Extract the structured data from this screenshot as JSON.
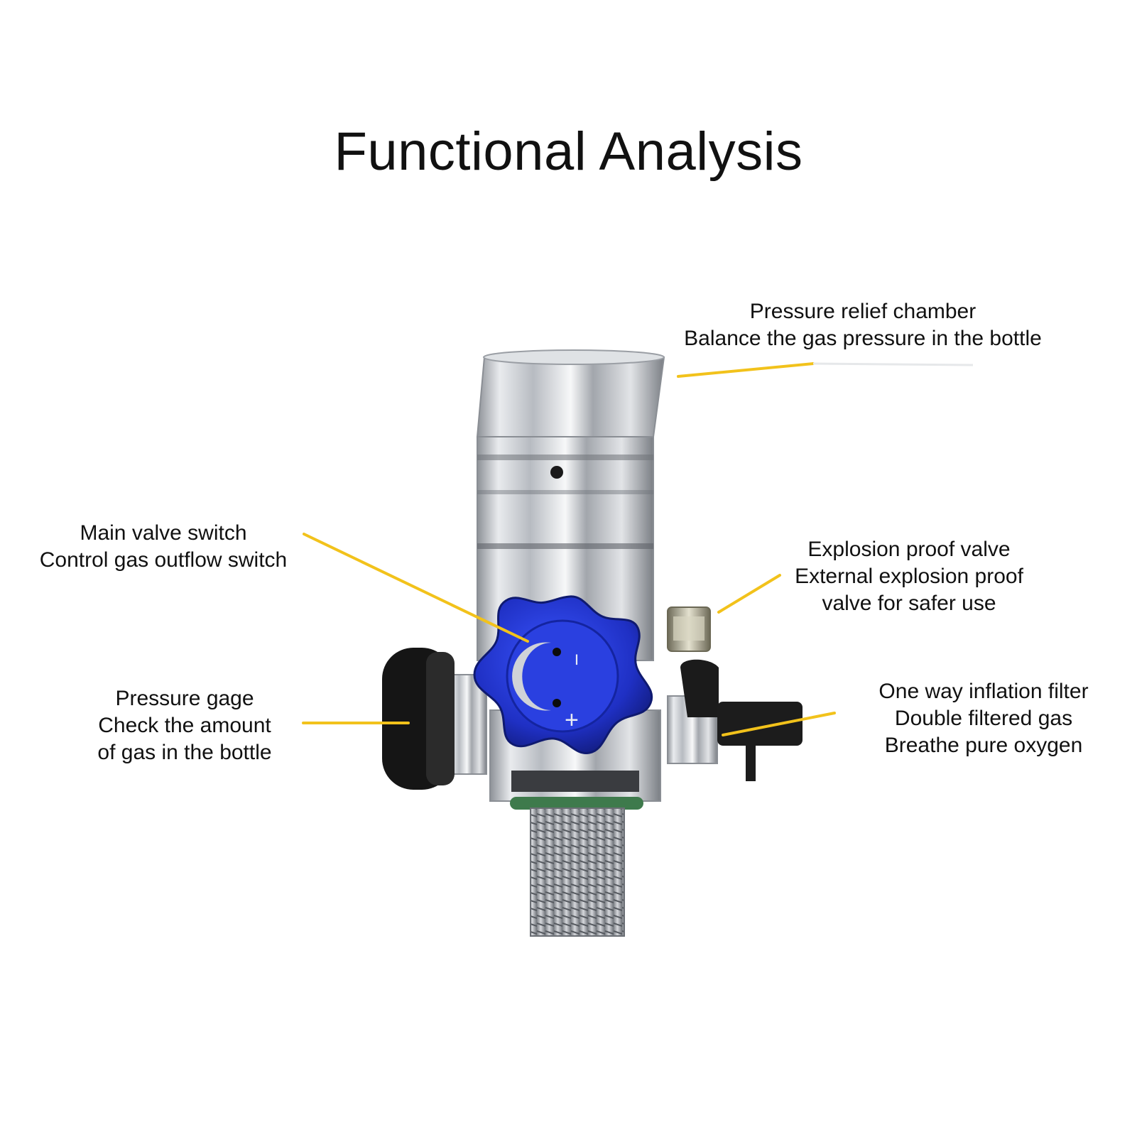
{
  "title": "Functional Analysis",
  "colors": {
    "leader_line": "#f2c21b",
    "knob_blue": "#2336c8",
    "chrome": "#c9ccd0",
    "gauge_black": "#141414",
    "oring_green": "#3e7a4c"
  },
  "callouts": {
    "pressure_relief": {
      "line1": "Pressure relief chamber",
      "line2": "Balance the gas pressure in the bottle"
    },
    "main_valve": {
      "line1": "Main valve switch",
      "line2": "Control gas outflow switch"
    },
    "explosion_proof": {
      "line1": "Explosion proof valve",
      "line2": "External explosion proof",
      "line3": "valve for safer use"
    },
    "pressure_gage": {
      "line1": "Pressure gage",
      "line2": "Check the amount",
      "line3": "of gas in the bottle"
    },
    "inflation_filter": {
      "line1": "One way inflation filter",
      "line2": "Double filtered gas",
      "line3": "Breathe pure oxygen"
    }
  },
  "knob_marks": {
    "minus": "−",
    "plus": "+"
  }
}
